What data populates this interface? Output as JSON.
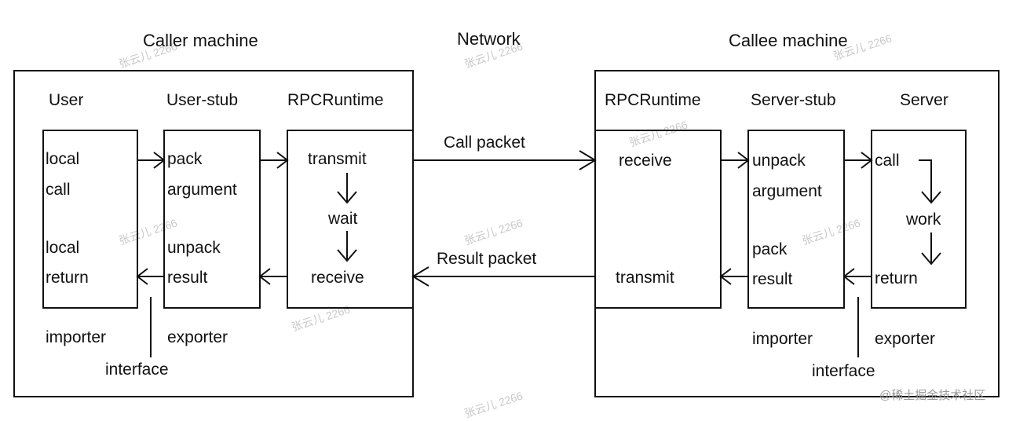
{
  "headers": {
    "caller_machine": "Caller machine",
    "network": "Network",
    "callee_machine": "Callee machine"
  },
  "caller": {
    "user": {
      "title": "User",
      "local_call": [
        "local",
        "call"
      ],
      "local_return": [
        "local",
        "return"
      ],
      "role": "importer"
    },
    "user_stub": {
      "title": "User-stub",
      "pack_argument": [
        "pack",
        "argument"
      ],
      "unpack_result": [
        "unpack",
        "result"
      ],
      "role": "exporter"
    },
    "rpc_runtime": {
      "title": "RPCRuntime",
      "transmit": "transmit",
      "wait": "wait",
      "receive": "receive"
    },
    "interface_label": "interface"
  },
  "network": {
    "call_packet": "Call packet",
    "result_packet": "Result packet"
  },
  "callee": {
    "rpc_runtime": {
      "title": "RPCRuntime",
      "receive": "receive",
      "transmit": "transmit"
    },
    "server_stub": {
      "title": "Server-stub",
      "unpack_argument": [
        "unpack",
        "argument"
      ],
      "pack_result": [
        "pack",
        "result"
      ],
      "role": "importer"
    },
    "server": {
      "title": "Server",
      "call": "call",
      "work": "work",
      "return": "return",
      "role": "exporter"
    },
    "interface_label": "interface"
  },
  "watermarks": {
    "site": "@稀土掘金技术社区",
    "tag": "张云儿 2266"
  }
}
